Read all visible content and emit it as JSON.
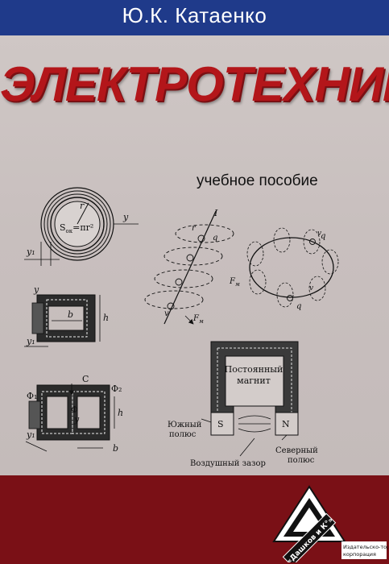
{
  "cover": {
    "author": "Ю.К. Катаенко",
    "title": "ЭЛЕКТРОТЕХНИКА",
    "subtitle": "учебное пособие"
  },
  "diagrams": {
    "ring": {
      "r": "r",
      "area": "S",
      "area_sub": "ок",
      "formula": "=πr²",
      "y": "y",
      "y1": "y₁"
    },
    "core_single": {
      "y": "y",
      "b": "b",
      "h": "h",
      "y1": "y₁"
    },
    "core_double": {
      "c": "C",
      "phi1": "Φ₁",
      "phi2": "Φ₂",
      "phi": "Φ",
      "y": "y",
      "h": "h",
      "y1": "y₁",
      "b": "b"
    },
    "helix": {
      "current": "I",
      "r": "r",
      "q": "q",
      "force": "F",
      "force_sub": "м",
      "v": "v"
    },
    "ellipse": {
      "q_top": "q",
      "q_bottom": "q",
      "v_top": "v",
      "v_bottom": "v",
      "force": "F",
      "force_sub": "м"
    },
    "magnet": {
      "caption_line1": "Постоянный",
      "caption_line2": "магнит",
      "south": "S",
      "north": "N",
      "south_label_line1": "Южный",
      "south_label_line2": "полюс",
      "north_label_line1": "Северный",
      "north_label_line2": "полюс",
      "gap_label": "Воздушный зазор"
    }
  },
  "publisher": {
    "logo_text": "«Дашков и К°»",
    "caption_line1": "Издательско-торговая",
    "caption_line2": "корпорация"
  },
  "colors": {
    "top_band": "#1f3a8a",
    "title": "#b3161a",
    "bottom_band": "#7a1016",
    "paper": "#c8bfbe"
  }
}
